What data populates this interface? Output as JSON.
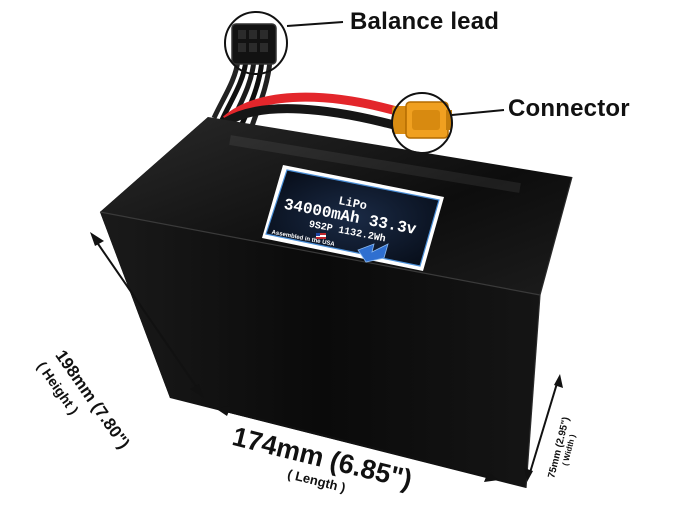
{
  "callouts": {
    "balance_lead": "Balance lead",
    "connector": "Connector"
  },
  "label": {
    "chemistry": "LiPo",
    "capacity_voltage": "34000mAh 33.3v",
    "config_energy": "9S2P 1132.2Wh",
    "assembled": "Assembled in the USA"
  },
  "dimensions": {
    "height": {
      "value": "198mm (7.80\")",
      "caption": "( Height )"
    },
    "length": {
      "value": "174mm (6.85\")",
      "caption": "( Length )"
    },
    "width": {
      "value": "75mm (2.95\")",
      "caption": "( Width )"
    }
  },
  "colors": {
    "battery_body": "#0b0b0b",
    "red_wire": "#e3262b",
    "connector": "#f0a020",
    "label_border": "#4a8fd8"
  }
}
